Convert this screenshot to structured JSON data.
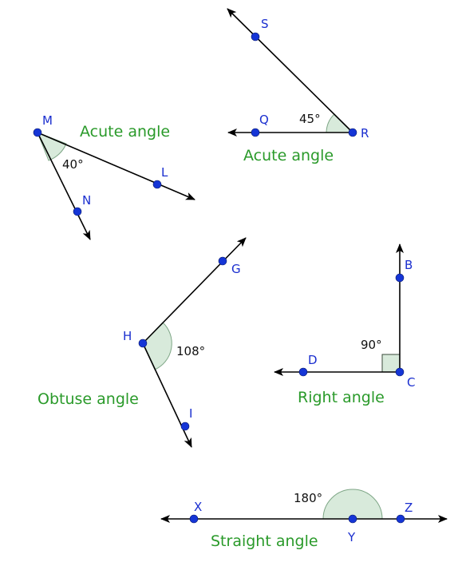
{
  "acute1": {
    "vertex": "M",
    "p1": "L",
    "p2": "N",
    "degree": "40°",
    "title": "Acute angle"
  },
  "acute2": {
    "vertex": "R",
    "p1": "S",
    "p2": "Q",
    "degree": "45°",
    "title": "Acute angle"
  },
  "obtuse": {
    "vertex": "H",
    "p1": "G",
    "p2": "I",
    "degree": "108°",
    "title": "Obtuse angle"
  },
  "right": {
    "vertex": "C",
    "p1": "B",
    "p2": "D",
    "degree": "90°",
    "title": "Right angle"
  },
  "straight": {
    "vertex": "Y",
    "p1": "X",
    "p2": "Z",
    "degree": "180°",
    "title": "Straight angle"
  },
  "colors": {
    "label": "#2a9a2a",
    "point": "#1535d6",
    "arc_fill": "#d8eadb"
  }
}
